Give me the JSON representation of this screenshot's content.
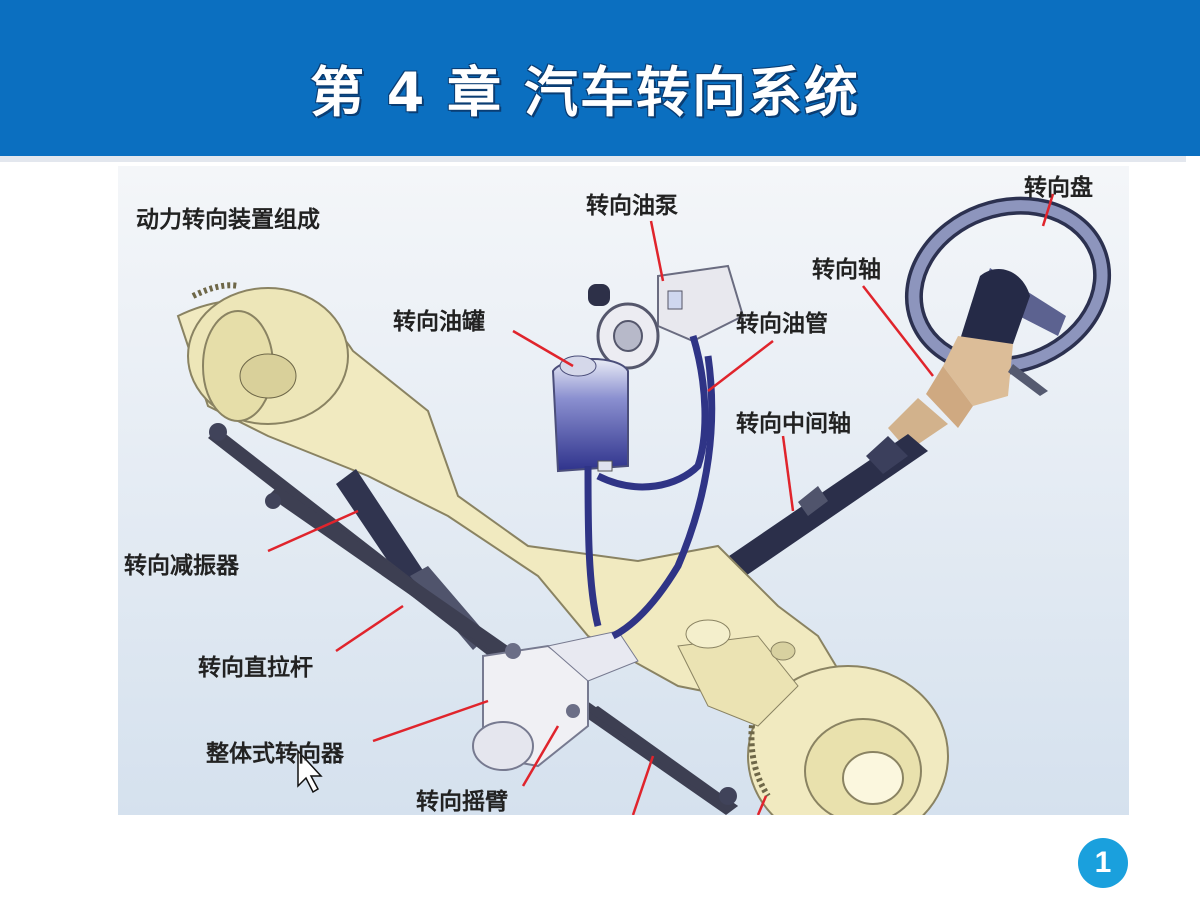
{
  "slide": {
    "title": "第 4 章  汽车转向系统",
    "page_number": "1"
  },
  "figure": {
    "heading": "动力转向装置组成",
    "labels": {
      "steering_wheel": "转向盘",
      "power_steering_pump": "转向油泵",
      "steering_shaft": "转向轴",
      "oil_reservoir": "转向油罐",
      "oil_pipe": "转向油管",
      "intermediate_shaft": "转向中间轴",
      "steering_damper": "转向减振器",
      "drag_link": "转向直拉杆",
      "integral_gear": "整体式转向器",
      "pitman_arm": "转向摇臂"
    }
  },
  "colors": {
    "title_bar": "#0b6fc0",
    "page_badge": "#1aa0dd",
    "leader_line": "#e0242c",
    "casting": "#f1eac0",
    "fluid": "#3c3f9c",
    "shaft": "#2b2f4a"
  }
}
